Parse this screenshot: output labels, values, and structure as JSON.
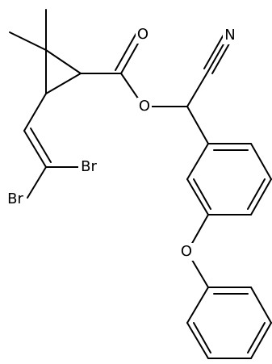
{
  "structure": {
    "atoms": {
      "o_carbonyl": "O",
      "o_ester": "O",
      "n_nitrile": "N",
      "br_1": "Br",
      "br_2": "Br",
      "o_ether": "O"
    }
  }
}
